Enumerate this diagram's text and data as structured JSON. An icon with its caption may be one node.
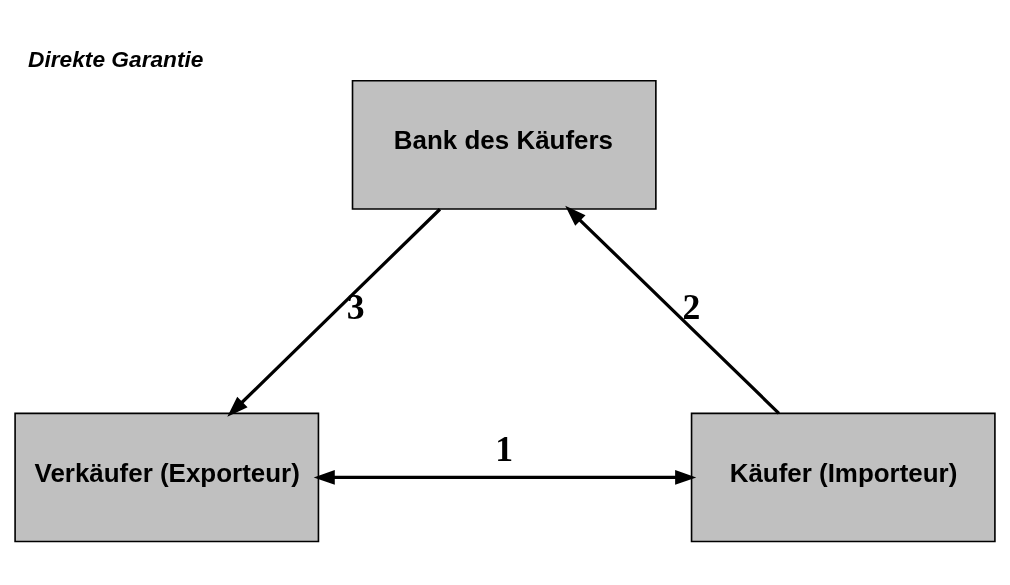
{
  "diagram": {
    "title": "Direkte Garantie",
    "nodes": [
      {
        "text": [
          "Bank des Käufers"
        ]
      },
      {
        "text": [
          "Verkäufer (Exporteur)"
        ]
      },
      {
        "text": [
          "Käufer (Importeur)"
        ]
      }
    ],
    "edges": [
      {
        "from": 1,
        "to": 2,
        "arrow": "both",
        "label": "1"
      },
      {
        "from": 2,
        "to": 0,
        "arrow": "to",
        "label": "2"
      },
      {
        "from": 0,
        "to": 1,
        "arrow": "to",
        "label": "3"
      }
    ]
  }
}
